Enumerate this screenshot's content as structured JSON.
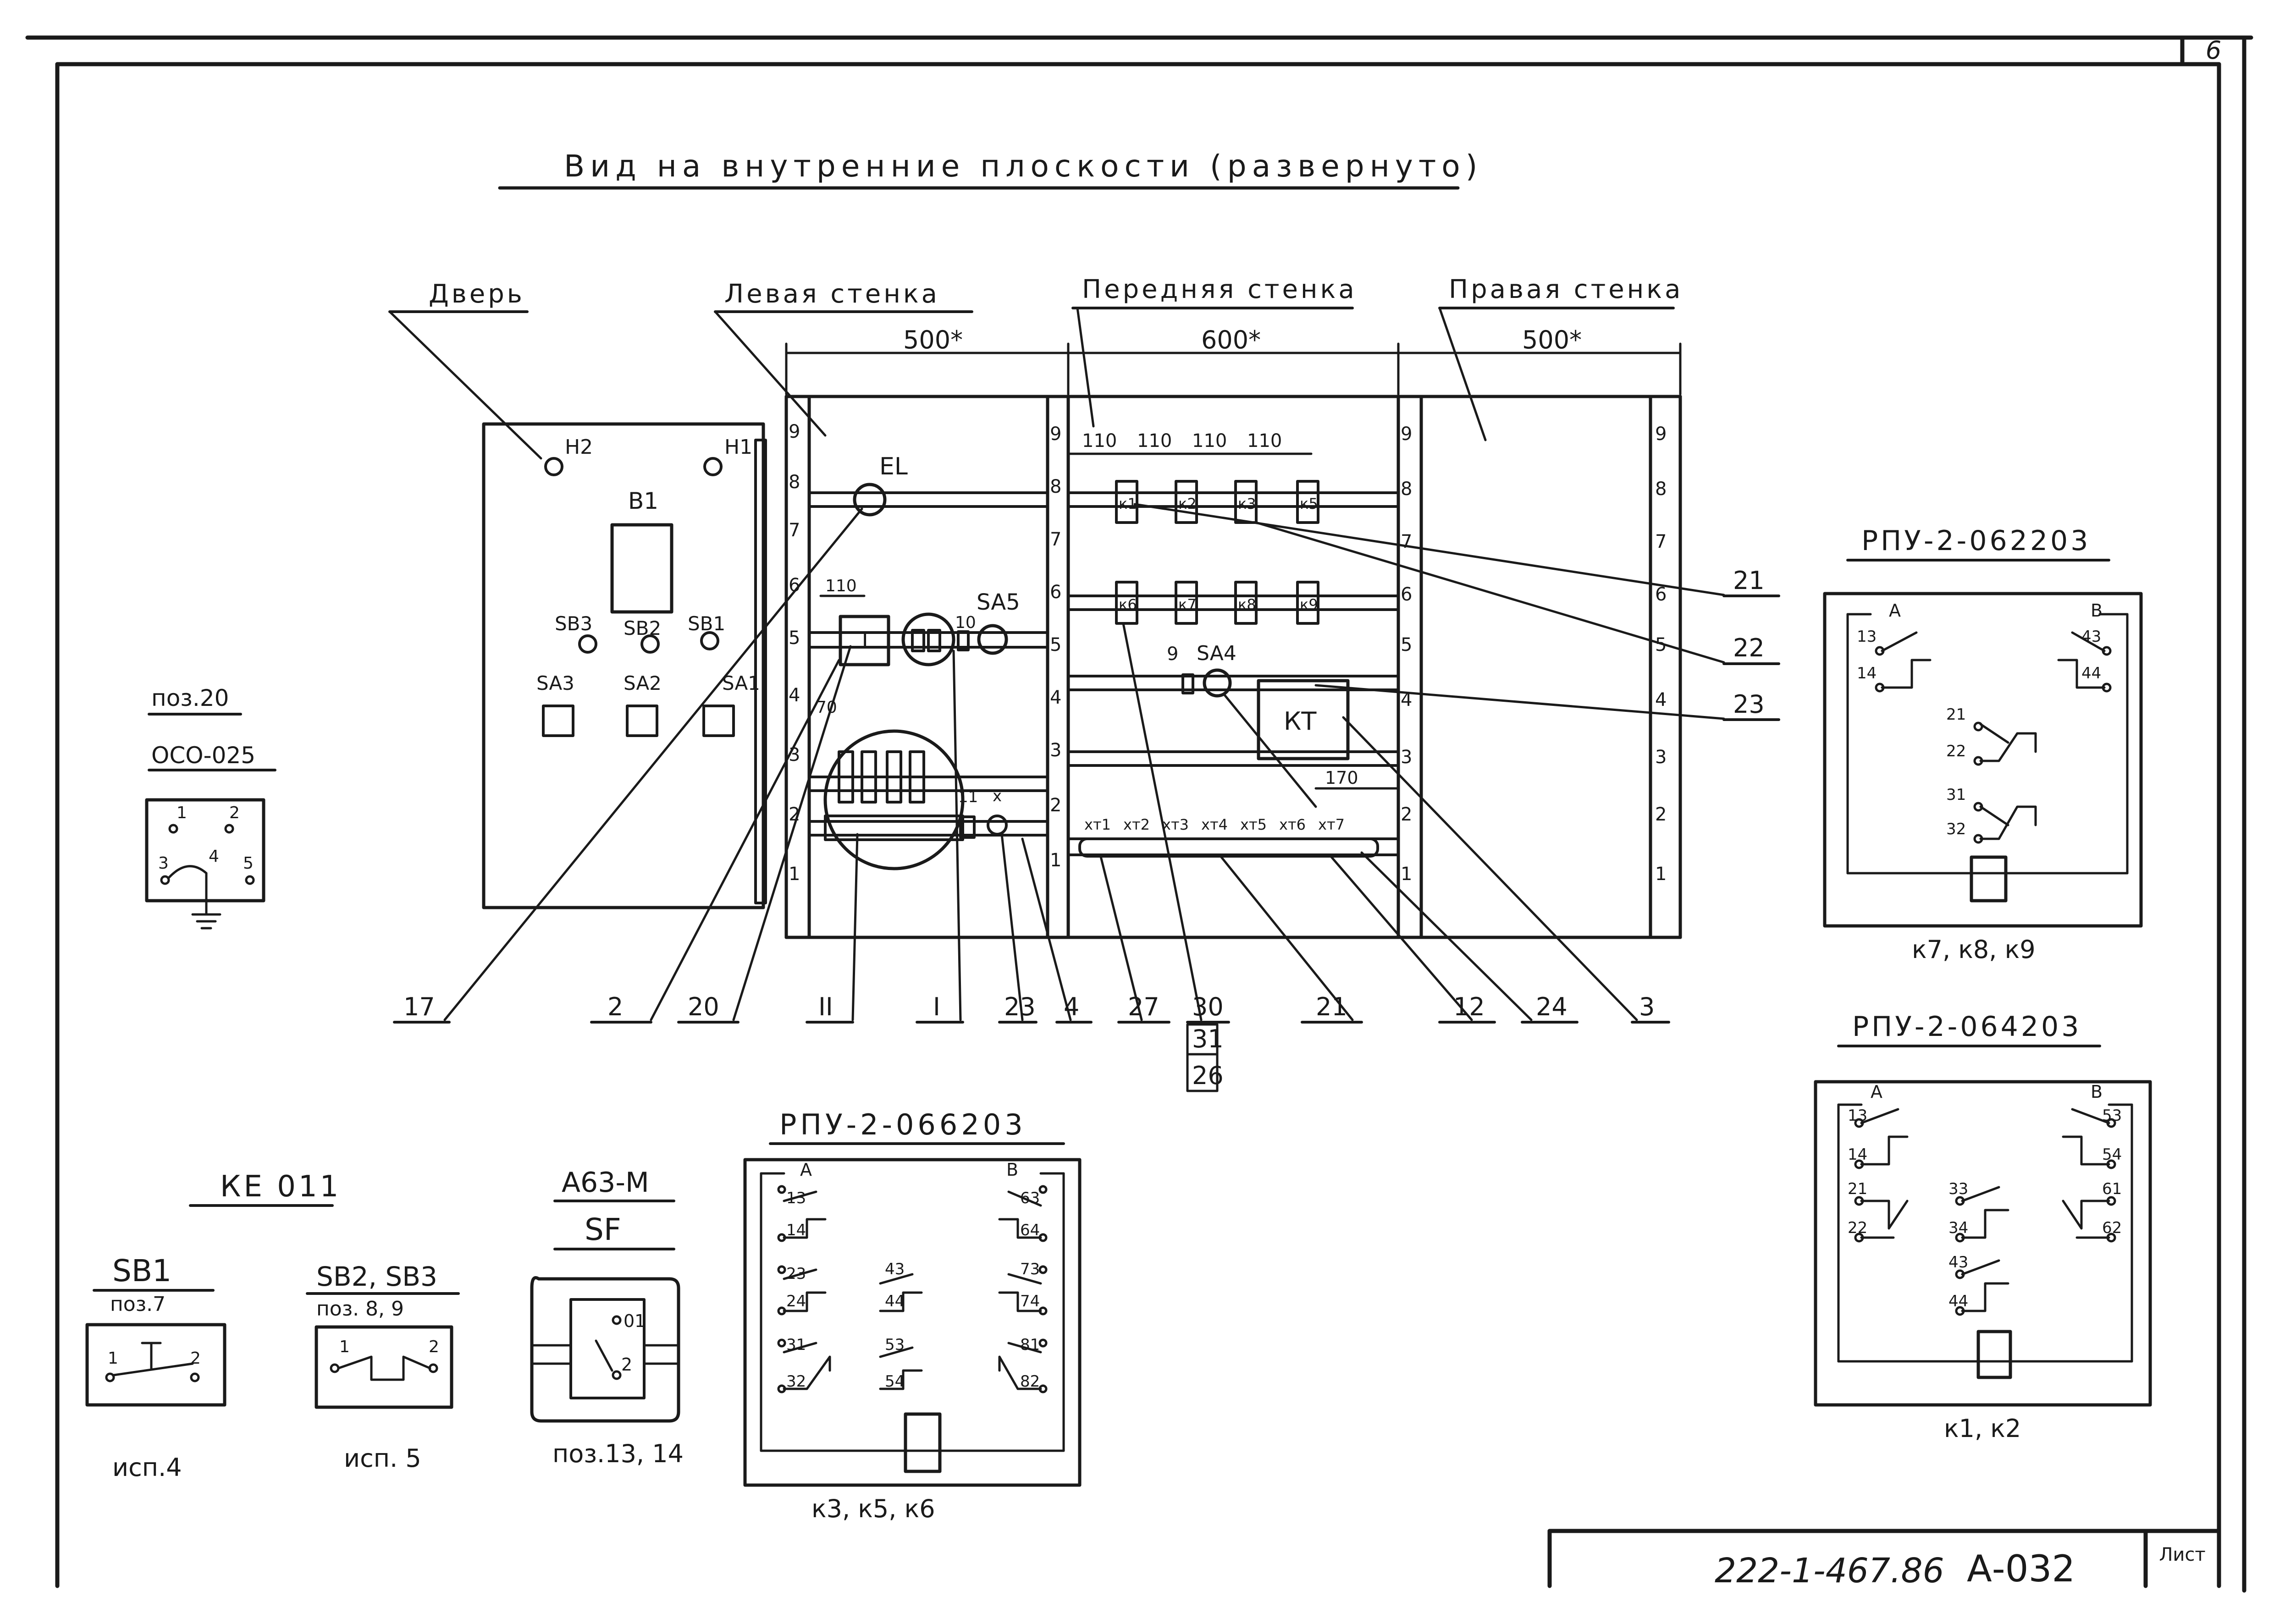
{
  "sheet": {
    "number": "6",
    "title": "Вид на внутренние плоскости (развернуто)",
    "code": "222-1-467.86",
    "album": "А-032",
    "stamp": "Лист"
  },
  "panels": {
    "door": "Дверь",
    "left": "Левая стенка",
    "front": "Передняя стенка",
    "right": "Правая стенка"
  },
  "dims": {
    "left": "500*",
    "front": "600*",
    "right": "500*",
    "d110": "110",
    "d70": "70",
    "d170": "170"
  },
  "door_items": {
    "h1": "Н1",
    "h2": "Н2",
    "b1": "В1",
    "sb1": "SB1",
    "sb2": "SB2",
    "sb3": "SB3",
    "sa1": "SA1",
    "sa2": "SA2",
    "sa3": "SA3"
  },
  "left_items": {
    "el": "EL",
    "t": "Т",
    "sa5": "SA5",
    "n10": "10",
    "n11": "11",
    "x": "x"
  },
  "front_items": {
    "k1": "к1",
    "k2": "к2",
    "k3": "к3",
    "k5": "к5",
    "k6": "к6",
    "k7": "к7",
    "k8": "к8",
    "k9": "к9",
    "kt": "КТ",
    "sa4": "SA4",
    "n9": "9",
    "terminals": [
      "хт1",
      "хт2",
      "хт3",
      "хт4",
      "хт5",
      "хт6",
      "хт7"
    ]
  },
  "scale": [
    "1",
    "2",
    "3",
    "4",
    "5",
    "6",
    "7",
    "8",
    "9"
  ],
  "callouts": {
    "c17": "17",
    "c2": "2",
    "c20": "20",
    "cII": "II",
    "cI": "I",
    "c23a": "23",
    "c4a": "4",
    "c27": "27",
    "c30": "30",
    "c31": "31",
    "c26": "26",
    "c21a": "21",
    "c12": "12",
    "c24": "24",
    "c3": "3",
    "c21b": "21",
    "c22": "22",
    "c23b": "23"
  },
  "switch_020": {
    "pos": "поз.20",
    "type": "ОСО-025",
    "pins": [
      "1",
      "2",
      "3",
      "4",
      "5"
    ]
  },
  "ke011": {
    "title": "КЕ 011",
    "sb1": "SB1",
    "sb1_pos": "поз.7",
    "sb1_var": "исп.4",
    "sb23": "SB2, SB3",
    "sb23_pos": "поз. 8, 9",
    "sb23_var": "исп. 5",
    "p1": "1",
    "p2": "2"
  },
  "breaker": {
    "type": "А63-М",
    "name": "SF",
    "pos": "поз.13, 14",
    "p01": "01",
    "p2": "2"
  },
  "relay_066": {
    "title": "РПУ-2-066203",
    "apply": "к3, к5, к6",
    "a": "А",
    "b": "В",
    "pins": [
      "13",
      "14",
      "23",
      "24",
      "31",
      "32",
      "43",
      "44",
      "53",
      "54",
      "63",
      "64",
      "73",
      "74",
      "81",
      "82"
    ]
  },
  "relay_062": {
    "title": "РПУ-2-062203",
    "apply": "к7, к8, к9",
    "a": "А",
    "b": "В",
    "pins": [
      "13",
      "14",
      "43",
      "44",
      "21",
      "22",
      "31",
      "32"
    ]
  },
  "relay_064": {
    "title": "РПУ-2-064203",
    "apply": "к1, к2",
    "a": "А",
    "b": "В",
    "pins": [
      "13",
      "14",
      "21",
      "22",
      "33",
      "34",
      "43",
      "44",
      "53",
      "54",
      "61",
      "62"
    ]
  }
}
